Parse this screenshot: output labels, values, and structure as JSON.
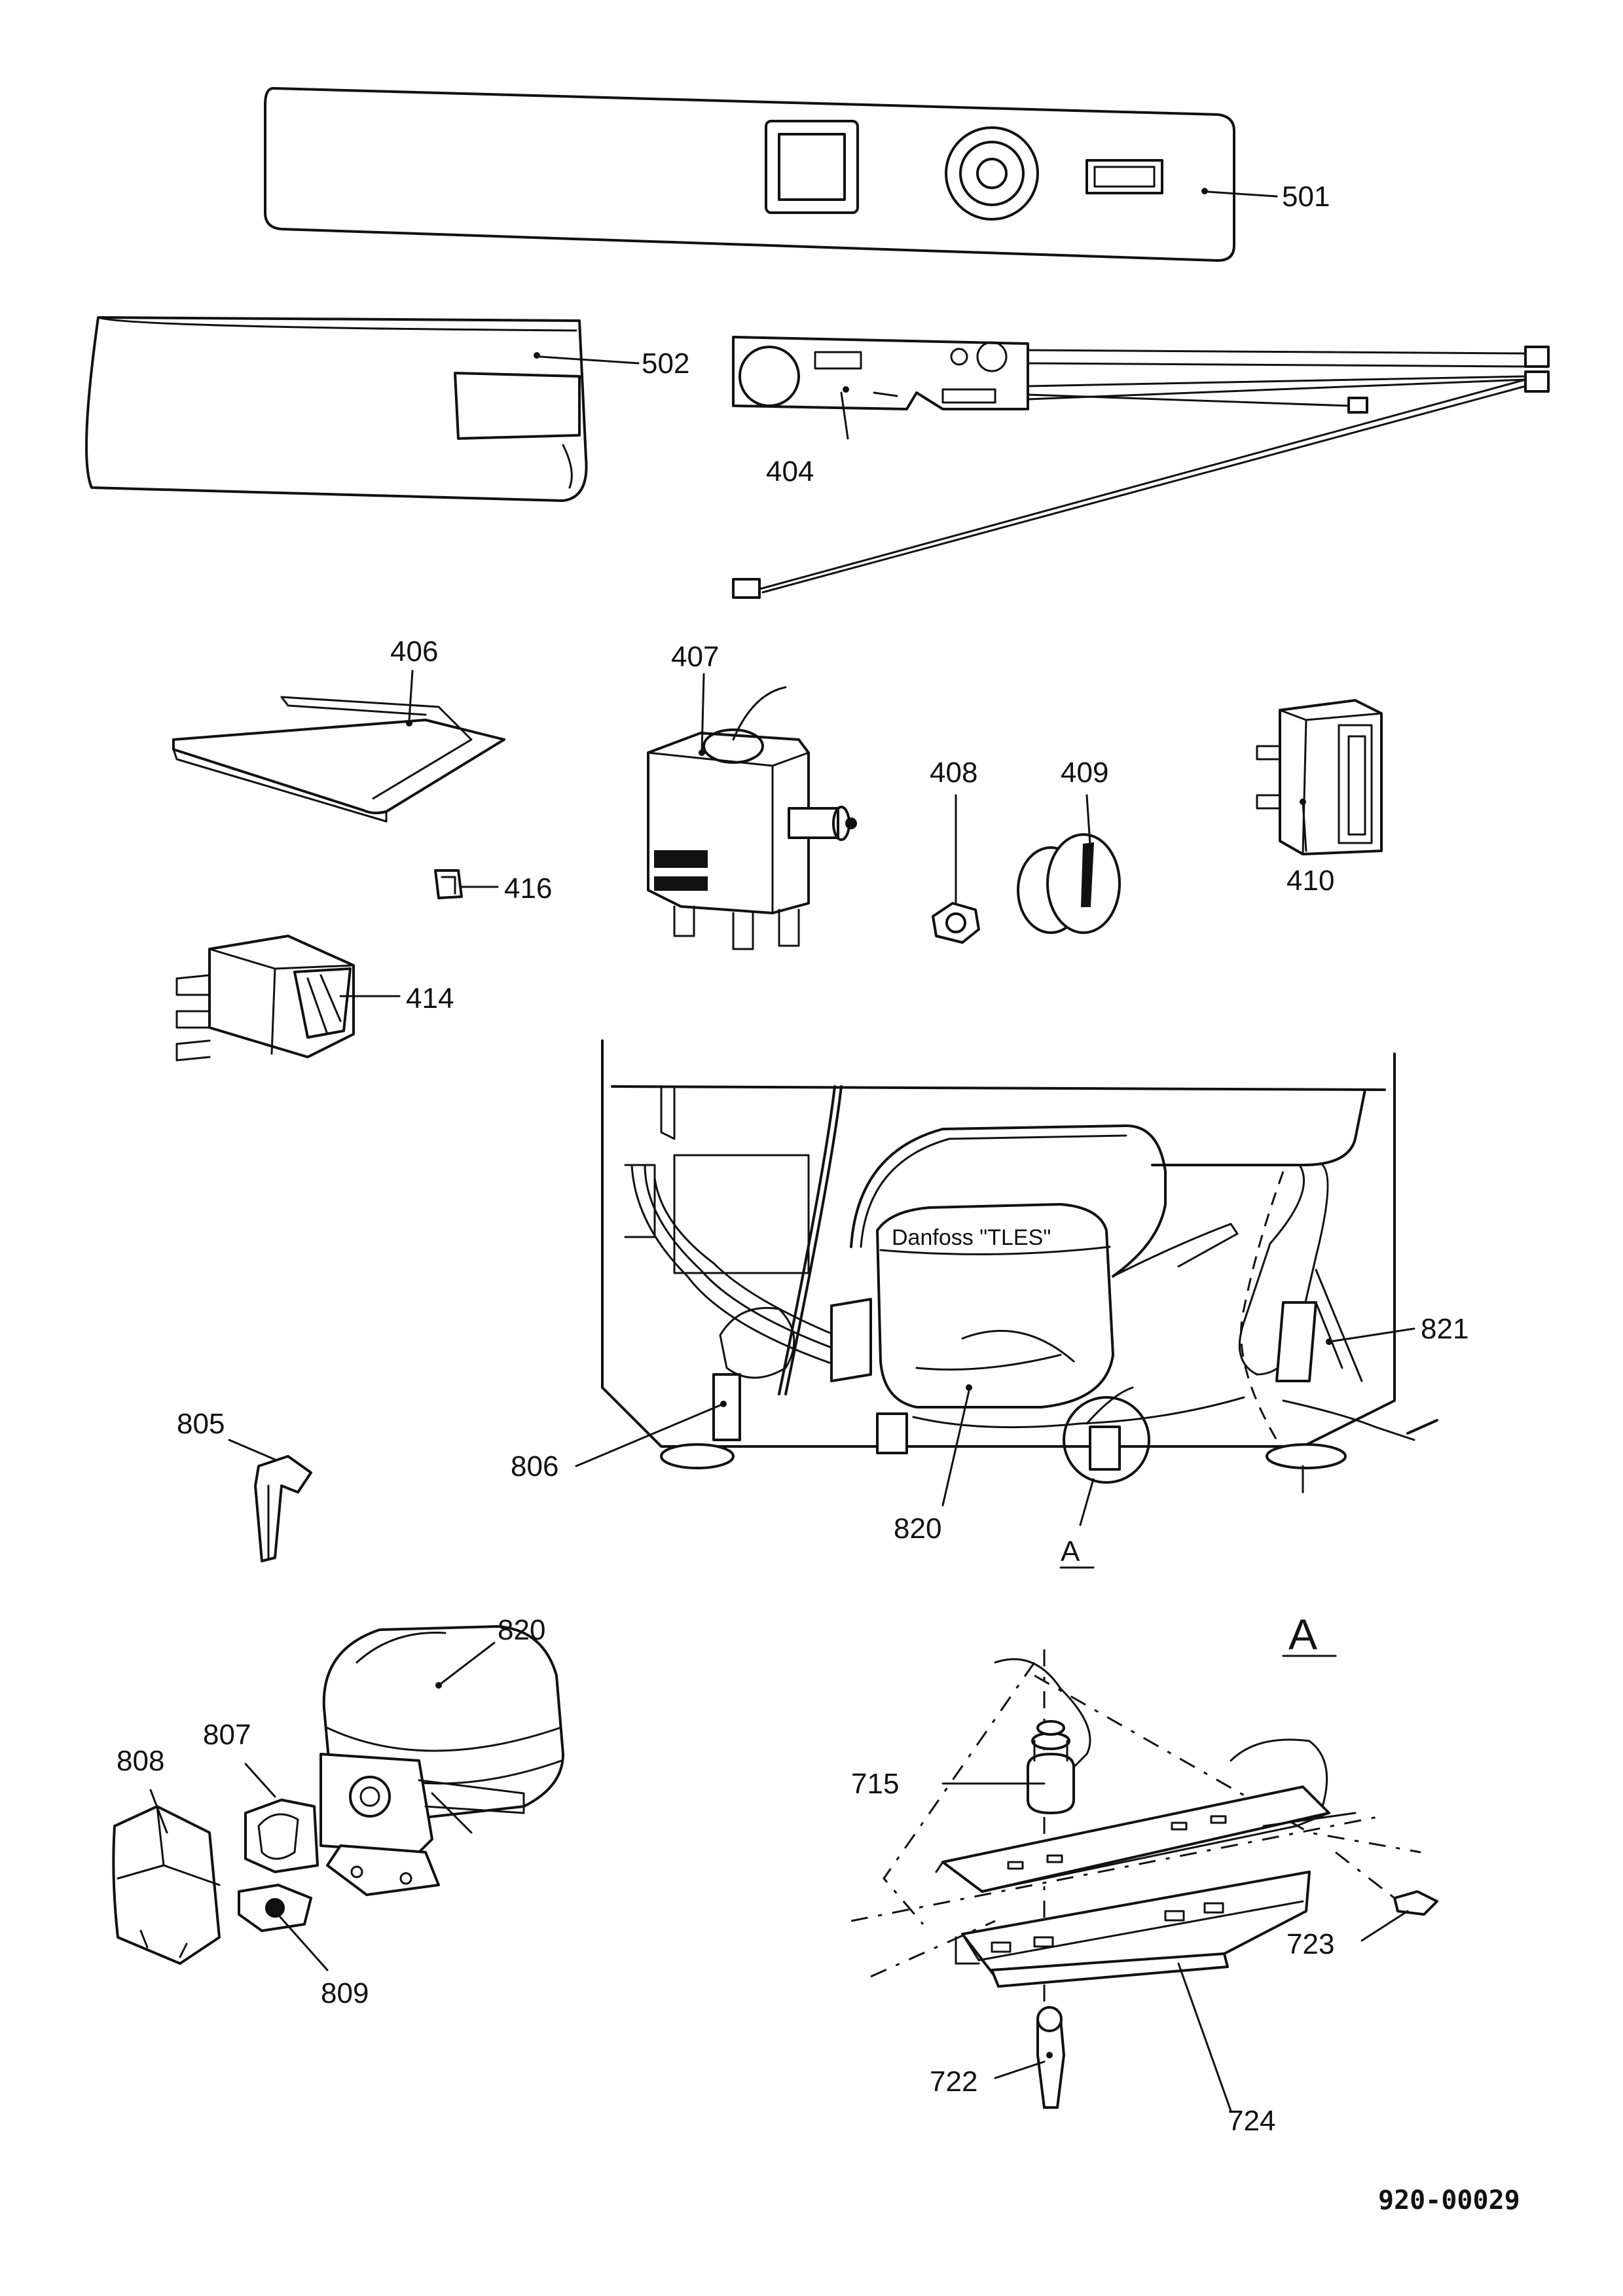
{
  "diagram": {
    "document_code": "920-00029",
    "detail_marker": "A",
    "compressor_brand_text": "Danfoss  \"TLES\"",
    "part_labels": {
      "p501": "501",
      "p502": "502",
      "p404": "404",
      "p406": "406",
      "p407": "407",
      "p408": "408",
      "p409": "409",
      "p410": "410",
      "p414": "414",
      "p416": "416",
      "p805": "805",
      "p806": "806",
      "p820_assembly": "820",
      "p821": "821",
      "p820_detail": "820",
      "p807": "807",
      "p808": "808",
      "p809": "809",
      "p715": "715",
      "p722": "722",
      "p723": "723",
      "p724": "724"
    }
  }
}
